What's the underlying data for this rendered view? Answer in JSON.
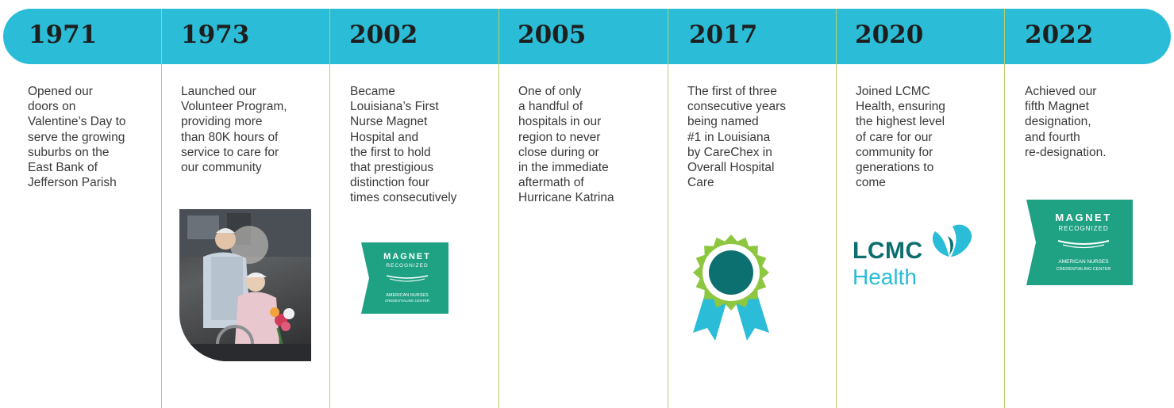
{
  "timeline": [
    {
      "year": "1971",
      "text": "Opened our\ndoors on\nValentine’s Day to\nserve the growing\nsuburbs on the\nEast Bank of\nJefferson Parish"
    },
    {
      "year": "1973",
      "text": "Launched our\nVolunteer Program,\nproviding more\nthan 80K hours of\nservice to care for\nour community"
    },
    {
      "year": "2002",
      "text": "Became\nLouisiana’s First\nNurse Magnet\nHospital and\nthe first to hold\nthat prestigious\ndistinction four\ntimes consecutively"
    },
    {
      "year": "2005",
      "text": "One of only\na handful of\nhospitals in our\nregion to never\nclose during or\nin the immediate\naftermath of\nHurricane Katrina"
    },
    {
      "year": "2017",
      "text": "The first of three\nconsecutive years\nbeing named\n#1 in Louisiana\nby CareChex in\nOverall Hospital\nCare"
    },
    {
      "year": "2020",
      "text": "Joined LCMC\nHealth, ensuring\nthe highest level\nof care for our\ncommunity for\ngenerations to\ncome"
    },
    {
      "year": "2022",
      "text": "Achieved our\nfifth Magnet\ndesignation,\nand fourth\nre-designation."
    }
  ],
  "magnet_badge": {
    "title": "MAGNET",
    "subtitle": "RECOGNIZED",
    "org_line1": "AMERICAN NURSES",
    "org_line2": "CREDENTIALING CENTER"
  },
  "lcmc_logo": {
    "line1": "LCMC",
    "line2": "Health"
  },
  "colors": {
    "bar": "#2bbdd7",
    "divider": "#b7cf6a",
    "magnet_green": "#1fa184",
    "ribbon_green": "#8dc63f",
    "ribbon_teal": "#0d7070",
    "ribbon_tail": "#2bbdd7"
  },
  "icons": [
    "volunteer-photo",
    "magnet-recognized-badge",
    "award-ribbon-icon",
    "lcmc-health-logo"
  ]
}
